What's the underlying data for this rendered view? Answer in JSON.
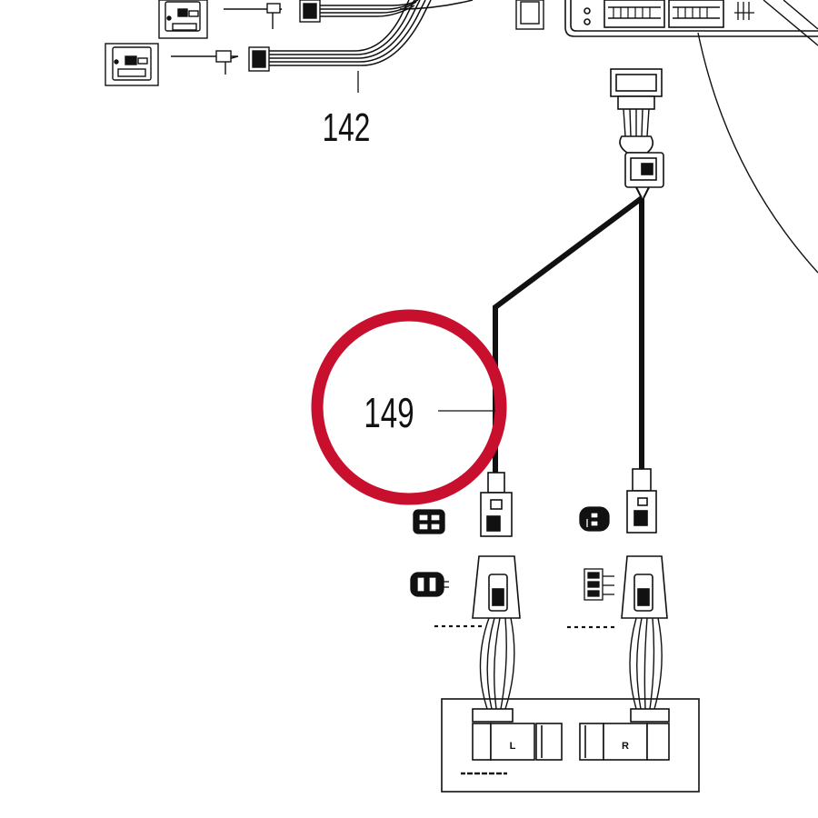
{
  "callouts": {
    "harness_upper": "142",
    "harness_highlighted": "149"
  },
  "module": {
    "left_port": "L",
    "right_port": "R"
  },
  "colors": {
    "highlight_ring": "#c8102e",
    "line": "#111111",
    "background": "#ffffff"
  }
}
